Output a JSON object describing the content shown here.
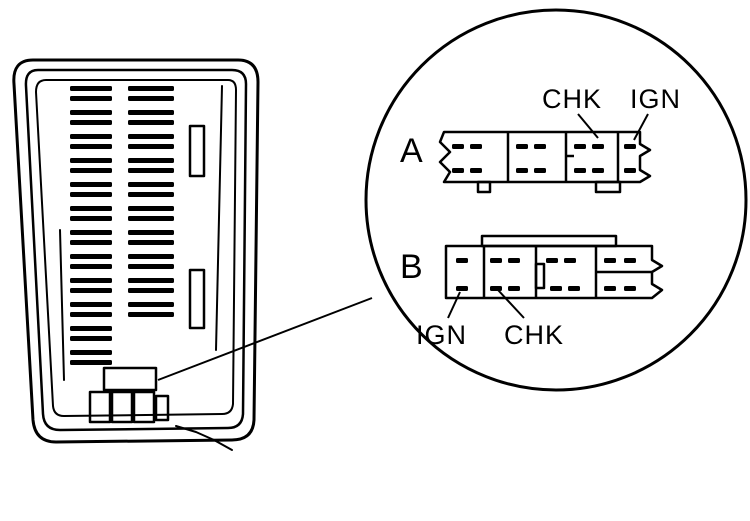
{
  "diagram": {
    "connector_a": {
      "letter": "A",
      "labels": [
        "CHK",
        "IGN"
      ]
    },
    "connector_b": {
      "letter": "B",
      "labels": [
        "IGN",
        "CHK"
      ]
    }
  },
  "colors": {
    "ink": "#000000",
    "background": "#ffffff"
  }
}
